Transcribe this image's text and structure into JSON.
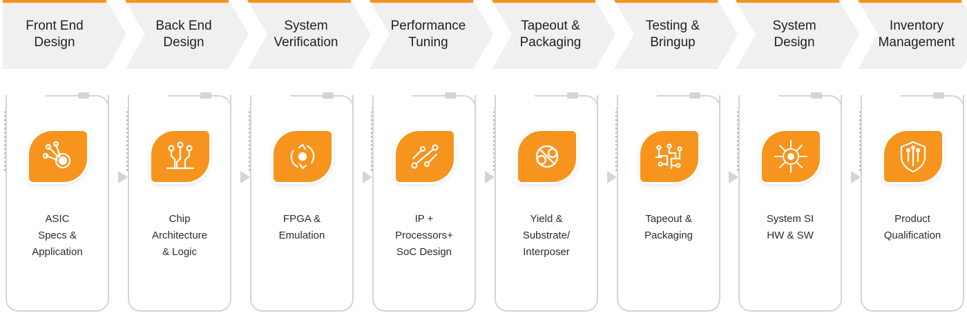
{
  "stages": [
    {
      "title": "Front End\nDesign",
      "label": "ASIC\nSpecs &\nApplication",
      "icon": "chip-network-icon"
    },
    {
      "title": "Back End\nDesign",
      "label": "Chip\nArchitecture\n& Logic",
      "icon": "circuit-traces-icon"
    },
    {
      "title": "System\nVerification",
      "label": "FPGA &\nEmulation",
      "icon": "rotating-core-icon"
    },
    {
      "title": "Performance\nTuning",
      "label": "IP +\nProcessors+\nSoC Design",
      "icon": "node-links-icon"
    },
    {
      "title": "Tapeout &\nPackaging",
      "label": "Yield &\nSubstrate/\nInterposer",
      "icon": "interlocked-rings-icon"
    },
    {
      "title": "Testing &\nBringup",
      "label": "Tapeout &\nPackaging",
      "icon": "circuit-grid-icon"
    },
    {
      "title": "System\nDesign",
      "label": "System SI\nHW & SW",
      "icon": "radial-hub-icon"
    },
    {
      "title": "Inventory\nManagement",
      "label": "Product\nQualification",
      "icon": "shield-circuit-icon"
    }
  ],
  "colors": {
    "accent": "#f7941d",
    "chevron": "#f0f0f0",
    "line": "#d4d4d4",
    "text": "#1f1f1f"
  }
}
